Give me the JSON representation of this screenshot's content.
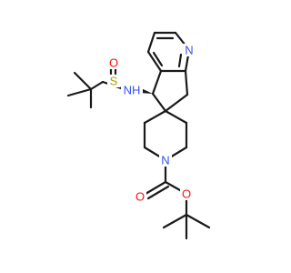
{
  "molecule": {
    "colors": {
      "bond": "#1a1a1a",
      "carbon": "#1a1a1a",
      "nitrogen": "#3050f8",
      "oxygen": "#ff0d0d",
      "sulfur": "#b39b00",
      "background": "#ffffff"
    },
    "atom_labels": {
      "pyridine_n": "N",
      "sulfinyl_o": "O",
      "sulfinyl_s": "S",
      "amine_nh": "NH",
      "piperidine_n": "N",
      "carbonyl_o": "O",
      "ester_o": "O"
    }
  }
}
